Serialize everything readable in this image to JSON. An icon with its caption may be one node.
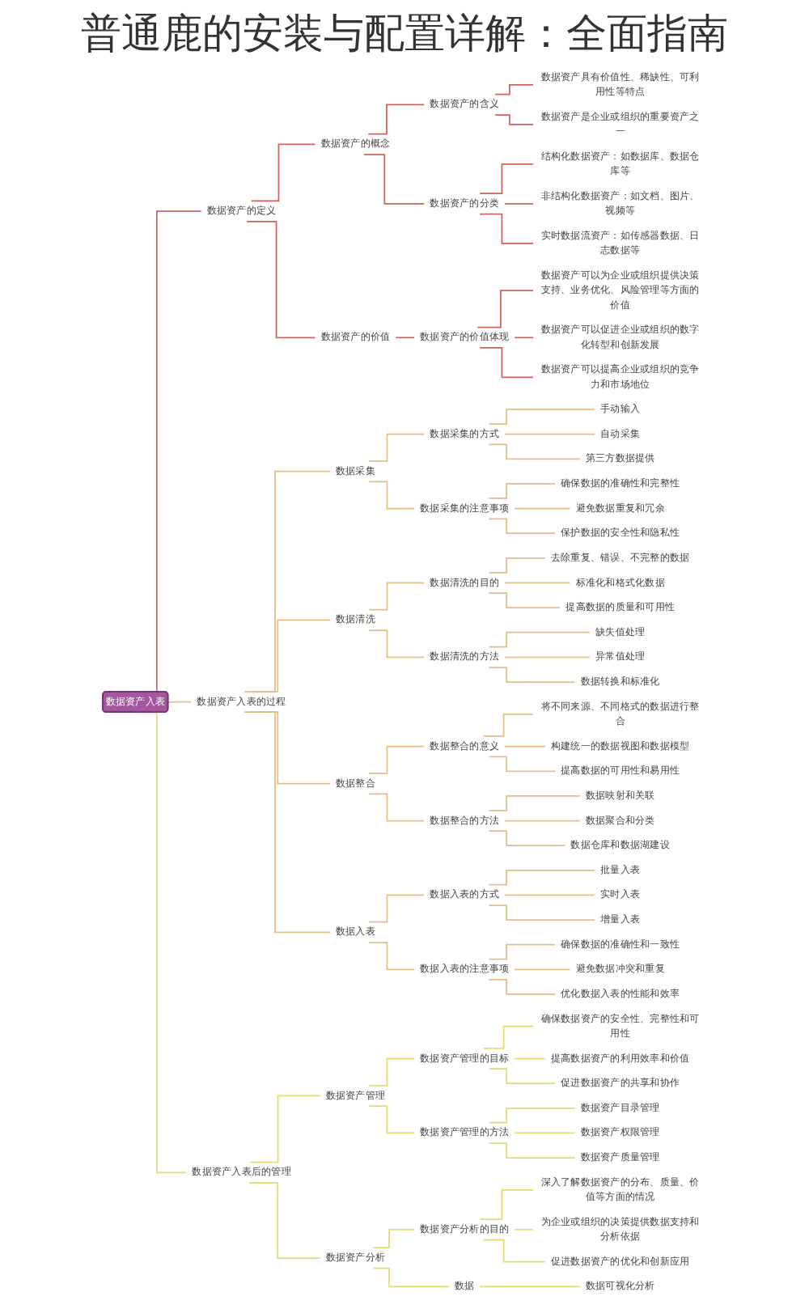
{
  "diagram": {
    "title": "普通鹿的安装与配置详解：全面指南",
    "nodes": [
      {
        "text": [
          "数据资产入表"
        ]
      },
      {
        "text": [
          "数据资产的定义"
        ]
      },
      {
        "text": [
          "数据资产的概念"
        ]
      },
      {
        "text": [
          "数据资产的含义"
        ]
      },
      {
        "text": [
          "数据资产具有价值性、稀缺性、可利用性等特点"
        ]
      },
      {
        "text": [
          "数据资产是企业或组织的重要资产之一"
        ]
      },
      {
        "text": [
          "数据资产的分类"
        ]
      },
      {
        "text": [
          "结构化数据资产：如数据库、数据仓库等"
        ]
      },
      {
        "text": [
          "非结构化数据资产：如文档、图片、视频等"
        ]
      },
      {
        "text": [
          "实时数据流资产：如传感器数据、日志数据等"
        ]
      },
      {
        "text": [
          "数据资产的价值"
        ]
      },
      {
        "text": [
          "数据资产的价值体现"
        ]
      },
      {
        "text": [
          "数据资产可以为企业或组织提供决策支持、业务优化、风险管理等方面的价值"
        ]
      },
      {
        "text": [
          "数据资产可以促进企业或组织的数字化转型和创新发展"
        ]
      },
      {
        "text": [
          "数据资产可以提高企业或组织的竞争力和市场地位"
        ]
      },
      {
        "text": [
          "数据资产入表的过程"
        ]
      },
      {
        "text": [
          "数据采集"
        ]
      },
      {
        "text": [
          "数据采集的方式"
        ]
      },
      {
        "text": [
          "手动输入"
        ]
      },
      {
        "text": [
          "自动采集"
        ]
      },
      {
        "text": [
          "第三方数据提供"
        ]
      },
      {
        "text": [
          "数据采集的注意事项"
        ]
      },
      {
        "text": [
          "确保数据的准确性和完整性"
        ]
      },
      {
        "text": [
          "避免数据重复和冗余"
        ]
      },
      {
        "text": [
          "保护数据的安全性和隐私性"
        ]
      },
      {
        "text": [
          "数据清洗"
        ]
      },
      {
        "text": [
          "数据清洗的目的"
        ]
      },
      {
        "text": [
          "去除重复、错误、不完整的数据"
        ]
      },
      {
        "text": [
          "标准化和格式化数据"
        ]
      },
      {
        "text": [
          "提高数据的质量和可用性"
        ]
      },
      {
        "text": [
          "数据清洗的方法"
        ]
      },
      {
        "text": [
          "缺失值处理"
        ]
      },
      {
        "text": [
          "异常值处理"
        ]
      },
      {
        "text": [
          "数据转换和标准化"
        ]
      },
      {
        "text": [
          "数据整合"
        ]
      },
      {
        "text": [
          "数据整合的意义"
        ]
      },
      {
        "text": [
          "将不同来源、不同格式的数据进行整合"
        ]
      },
      {
        "text": [
          "构建统一的数据视图和数据模型"
        ]
      },
      {
        "text": [
          "提高数据的可用性和易用性"
        ]
      },
      {
        "text": [
          "数据整合的方法"
        ]
      },
      {
        "text": [
          "数据映射和关联"
        ]
      },
      {
        "text": [
          "数据聚合和分类"
        ]
      },
      {
        "text": [
          "数据仓库和数据湖建设"
        ]
      },
      {
        "text": [
          "数据入表"
        ]
      },
      {
        "text": [
          "数据入表的方式"
        ]
      },
      {
        "text": [
          "批量入表"
        ]
      },
      {
        "text": [
          "实时入表"
        ]
      },
      {
        "text": [
          "增量入表"
        ]
      },
      {
        "text": [
          "数据入表的注意事项"
        ]
      },
      {
        "text": [
          "确保数据的准确性和一致性"
        ]
      },
      {
        "text": [
          "避免数据冲突和重复"
        ]
      },
      {
        "text": [
          "优化数据入表的性能和效率"
        ]
      },
      {
        "text": [
          "数据资产入表后的管理"
        ]
      },
      {
        "text": [
          "数据资产管理"
        ]
      },
      {
        "text": [
          "数据资产管理的目标"
        ]
      },
      {
        "text": [
          "确保数据资产的安全性、完整性和可用性"
        ]
      },
      {
        "text": [
          "提高数据资产的利用效率和价值"
        ]
      },
      {
        "text": [
          "促进数据资产的共享和协作"
        ]
      },
      {
        "text": [
          "数据资产管理的方法"
        ]
      },
      {
        "text": [
          "数据资产目录管理"
        ]
      },
      {
        "text": [
          "数据资产权限管理"
        ]
      },
      {
        "text": [
          "数据资产质量管理"
        ]
      },
      {
        "text": [
          "数据资产分析"
        ]
      },
      {
        "text": [
          "数据资产分析的目的"
        ]
      },
      {
        "text": [
          "深入了解数据资产的分布、质量、价值等方面的情况"
        ]
      },
      {
        "text": [
          "为企业或组织的决策提供数据支持和分析依据"
        ]
      },
      {
        "text": [
          "促进数据资产的优化和创新应用"
        ]
      },
      {
        "text": [
          "数据"
        ]
      },
      {
        "text": [
          "数据可视化分析"
        ]
      }
    ],
    "edges": [
      {
        "from": 0,
        "to": 1,
        "arrow": "none",
        "color": "#d2625c"
      },
      {
        "from": 1,
        "to": 2,
        "arrow": "none",
        "color": "#d2625c"
      },
      {
        "from": 2,
        "to": 3,
        "arrow": "none",
        "color": "#d2625c"
      },
      {
        "from": 3,
        "to": 4,
        "arrow": "none",
        "color": "#d2625c"
      },
      {
        "from": 3,
        "to": 5,
        "arrow": "none",
        "color": "#d2625c"
      },
      {
        "from": 2,
        "to": 6,
        "arrow": "none",
        "color": "#d2625c"
      },
      {
        "from": 6,
        "to": 7,
        "arrow": "none",
        "color": "#d2625c"
      },
      {
        "from": 6,
        "to": 8,
        "arrow": "none",
        "color": "#d2625c"
      },
      {
        "from": 6,
        "to": 9,
        "arrow": "none",
        "color": "#d2625c"
      },
      {
        "from": 1,
        "to": 10,
        "arrow": "none",
        "color": "#d2625c"
      },
      {
        "from": 10,
        "to": 11,
        "arrow": "none",
        "color": "#d2625c"
      },
      {
        "from": 11,
        "to": 12,
        "arrow": "none",
        "color": "#d2625c"
      },
      {
        "from": 11,
        "to": 13,
        "arrow": "none",
        "color": "#d2625c"
      },
      {
        "from": 11,
        "to": 14,
        "arrow": "none",
        "color": "#d2625c"
      },
      {
        "from": 0,
        "to": 15,
        "arrow": "none"
      },
      {
        "from": 15,
        "to": 16,
        "arrow": "none"
      },
      {
        "from": 16,
        "to": 17,
        "arrow": "none"
      },
      {
        "from": 17,
        "to": 18,
        "arrow": "none"
      },
      {
        "from": 17,
        "to": 19,
        "arrow": "none"
      },
      {
        "from": 17,
        "to": 20,
        "arrow": "none"
      },
      {
        "from": 16,
        "to": 21,
        "arrow": "none"
      },
      {
        "from": 21,
        "to": 22,
        "arrow": "none"
      },
      {
        "from": 21,
        "to": 23,
        "arrow": "none"
      },
      {
        "from": 21,
        "to": 24,
        "arrow": "none"
      },
      {
        "from": 15,
        "to": 25,
        "arrow": "none"
      },
      {
        "from": 25,
        "to": 26,
        "arrow": "none"
      },
      {
        "from": 26,
        "to": 27,
        "arrow": "none"
      },
      {
        "from": 26,
        "to": 28,
        "arrow": "none"
      },
      {
        "from": 26,
        "to": 29,
        "arrow": "none"
      },
      {
        "from": 25,
        "to": 30,
        "arrow": "none"
      },
      {
        "from": 30,
        "to": 31,
        "arrow": "none"
      },
      {
        "from": 30,
        "to": 32,
        "arrow": "none"
      },
      {
        "from": 30,
        "to": 33,
        "arrow": "none"
      },
      {
        "from": 15,
        "to": 34,
        "arrow": "none"
      },
      {
        "from": 34,
        "to": 35,
        "arrow": "none"
      },
      {
        "from": 35,
        "to": 36,
        "arrow": "none"
      },
      {
        "from": 35,
        "to": 37,
        "arrow": "none"
      },
      {
        "from": 35,
        "to": 38,
        "arrow": "none"
      },
      {
        "from": 34,
        "to": 39,
        "arrow": "none"
      },
      {
        "from": 39,
        "to": 40,
        "arrow": "none"
      },
      {
        "from": 39,
        "to": 41,
        "arrow": "none"
      },
      {
        "from": 39,
        "to": 42,
        "arrow": "none"
      },
      {
        "from": 15,
        "to": 43,
        "arrow": "none"
      },
      {
        "from": 43,
        "to": 44,
        "arrow": "none"
      },
      {
        "from": 44,
        "to": 45,
        "arrow": "none"
      },
      {
        "from": 44,
        "to": 46,
        "arrow": "none"
      },
      {
        "from": 44,
        "to": 47,
        "arrow": "none"
      },
      {
        "from": 43,
        "to": 48,
        "arrow": "none"
      },
      {
        "from": 48,
        "to": 49,
        "arrow": "none"
      },
      {
        "from": 48,
        "to": 50,
        "arrow": "none"
      },
      {
        "from": 48,
        "to": 51,
        "arrow": "none"
      },
      {
        "from": 0,
        "to": 52,
        "arrow": "none",
        "color": "#e2dc74"
      },
      {
        "from": 52,
        "to": 53,
        "arrow": "none",
        "color": "#e2dc74"
      },
      {
        "from": 53,
        "to": 54,
        "arrow": "none",
        "color": "#e2dc74"
      },
      {
        "from": 54,
        "to": 55,
        "arrow": "none",
        "color": "#e2dc74"
      },
      {
        "from": 54,
        "to": 56,
        "arrow": "none",
        "color": "#e2dc74"
      },
      {
        "from": 54,
        "to": 57,
        "arrow": "none",
        "color": "#e2dc74"
      },
      {
        "from": 53,
        "to": 58,
        "arrow": "none",
        "color": "#e2dc74"
      },
      {
        "from": 58,
        "to": 59,
        "arrow": "none",
        "color": "#e2dc74"
      },
      {
        "from": 58,
        "to": 60,
        "arrow": "none",
        "color": "#e2dc74"
      },
      {
        "from": 58,
        "to": 61,
        "arrow": "none",
        "color": "#e2dc74"
      },
      {
        "from": 52,
        "to": 62,
        "arrow": "none",
        "color": "#e2dc74"
      },
      {
        "from": 62,
        "to": 63,
        "arrow": "none",
        "color": "#e2dc74"
      },
      {
        "from": 63,
        "to": 64,
        "arrow": "none",
        "color": "#e2dc74"
      },
      {
        "from": 63,
        "to": 65,
        "arrow": "none",
        "color": "#e2dc74"
      },
      {
        "from": 63,
        "to": 66,
        "arrow": "none",
        "color": "#e2dc74"
      },
      {
        "from": 62,
        "to": 67,
        "arrow": "none",
        "color": "#e2dc74"
      },
      {
        "from": 67,
        "to": 68,
        "arrow": "none",
        "color": "#e2dc74"
      }
    ]
  }
}
